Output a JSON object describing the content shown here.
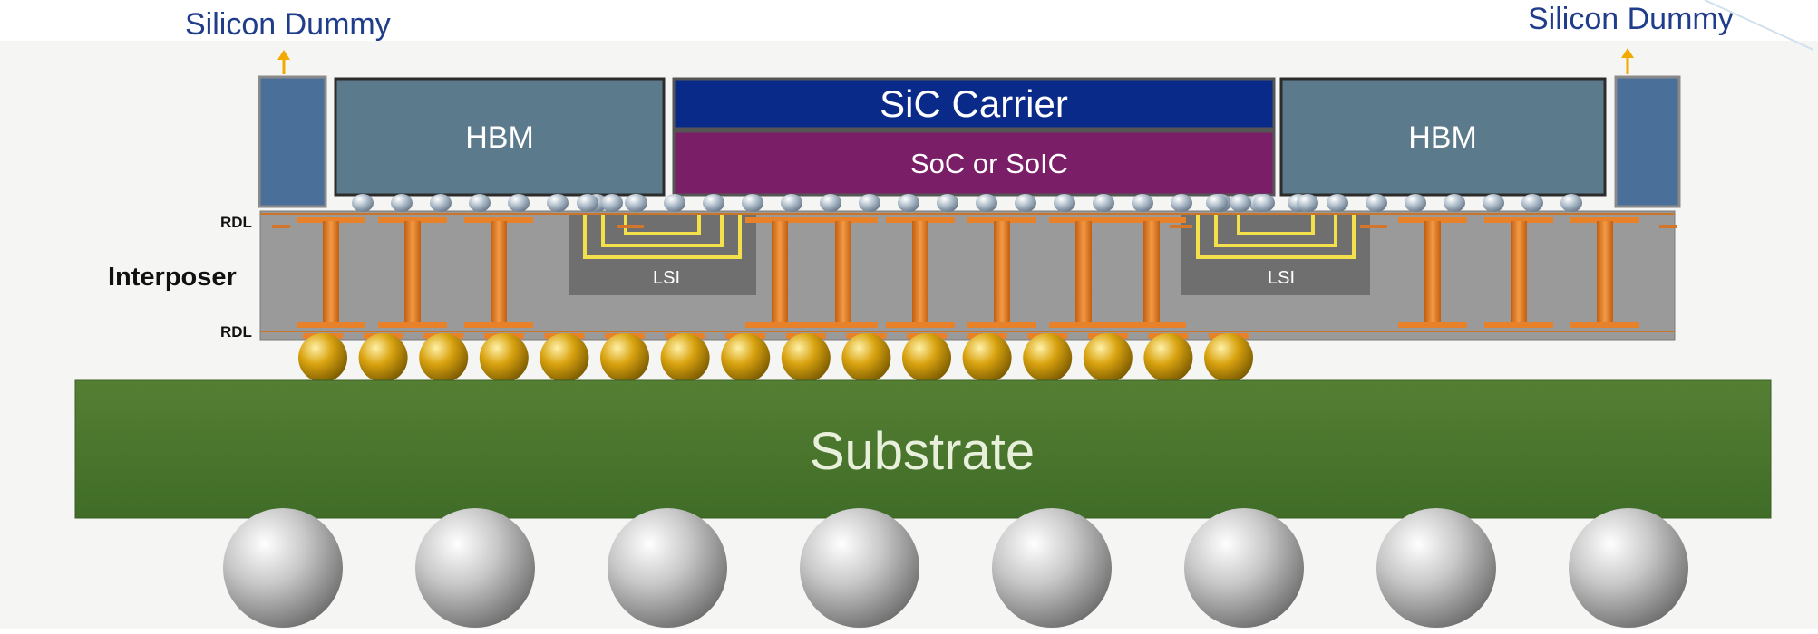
{
  "labels": {
    "silicon_dummy_left": "Silicon Dummy",
    "silicon_dummy_right": "Silicon Dummy",
    "hbm_left": "HBM",
    "hbm_right": "HBM",
    "sic_carrier": "SiC Carrier",
    "soc": "SoC or SoIC",
    "rdl_top": "RDL",
    "rdl_bottom": "RDL",
    "interposer": "Interposer",
    "lsi_left": "LSI",
    "lsi_right": "LSI",
    "substrate": "Substrate"
  },
  "colors": {
    "label_blue": "#1f3d8a",
    "arrow": "#f2a900",
    "sic_carrier": "#0a2a8a",
    "soc": "#7a1e68",
    "hbm": "#5b7a8c",
    "silicon_dummy": "#4a6f98",
    "interposer": "#9a9a9a",
    "via": "#e8822a",
    "lsi": "#6f6f6f",
    "lsi_trace": "#f4e04a",
    "substrate": "#4a7a2e",
    "c4_bump": "#d9a310",
    "bga_ball": "#b5b5b5",
    "microbump": "#9aaabb"
  }
}
